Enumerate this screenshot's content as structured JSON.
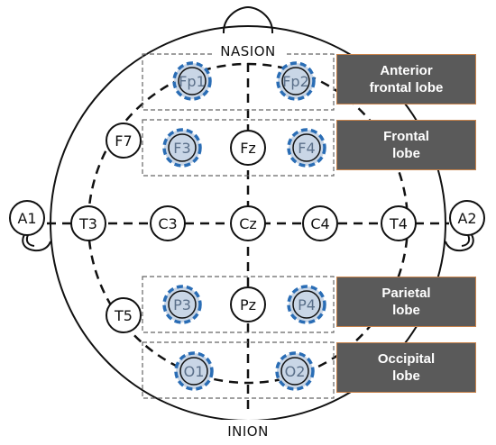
{
  "landmarks": {
    "top": "NASION",
    "bottom": "INION"
  },
  "electrodes": {
    "Fp1": "Fp1",
    "Fp2": "Fp2",
    "F7": "F7",
    "F3": "F3",
    "Fz": "Fz",
    "F4": "F4",
    "A1": "A1",
    "T3": "T3",
    "C3": "C3",
    "Cz": "Cz",
    "C4": "C4",
    "T4": "T4",
    "A2": "A2",
    "T5": "T5",
    "P3": "P3",
    "Pz": "Pz",
    "P4": "P4",
    "O1": "O1",
    "O2": "O2"
  },
  "regions": [
    {
      "label": "Anterior\nfrontal lobe"
    },
    {
      "label": "Frontal\nlobe"
    },
    {
      "label": "Parietal\nlobe"
    },
    {
      "label": "Occipital\nlobe"
    }
  ],
  "colors": {
    "highlight_fill": "#c9d6e6",
    "highlight_ring": "#2a6db5",
    "label_box": "#5a5a5a",
    "label_border": "#c8824a"
  }
}
